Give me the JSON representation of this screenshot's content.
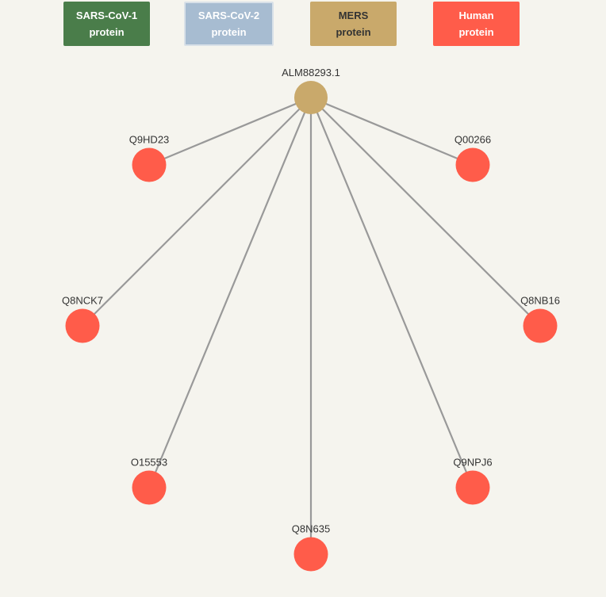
{
  "legend": [
    {
      "id": "legend-sars1",
      "line1": "SARS-CoV-1",
      "line2": "protein",
      "bg": "#4a7d4a",
      "fg": "#ffffff"
    },
    {
      "id": "legend-sars2",
      "line1": "SARS-CoV-2",
      "line2": "protein",
      "bg": "#a7bcd1",
      "fg": "#ffffff"
    },
    {
      "id": "legend-mers",
      "line1": "MERS",
      "line2": "protein",
      "bg": "#c9a96b",
      "fg": "#333333"
    },
    {
      "id": "legend-human",
      "line1": "Human",
      "line2": "protein",
      "bg": "#ff5c4a",
      "fg": "#ffffff"
    }
  ],
  "colors": {
    "mers": "#c9a96b",
    "human": "#ff5c4a",
    "edge": "#999999"
  },
  "center_node": {
    "label": "ALM88293.1",
    "type": "mers"
  },
  "human_nodes": [
    {
      "label": "Q9HD23"
    },
    {
      "label": "Q00266"
    },
    {
      "label": "Q8NCK7"
    },
    {
      "label": "Q8NB16"
    },
    {
      "label": "O15553"
    },
    {
      "label": "Q9NPJ6"
    },
    {
      "label": "Q8N635"
    }
  ]
}
